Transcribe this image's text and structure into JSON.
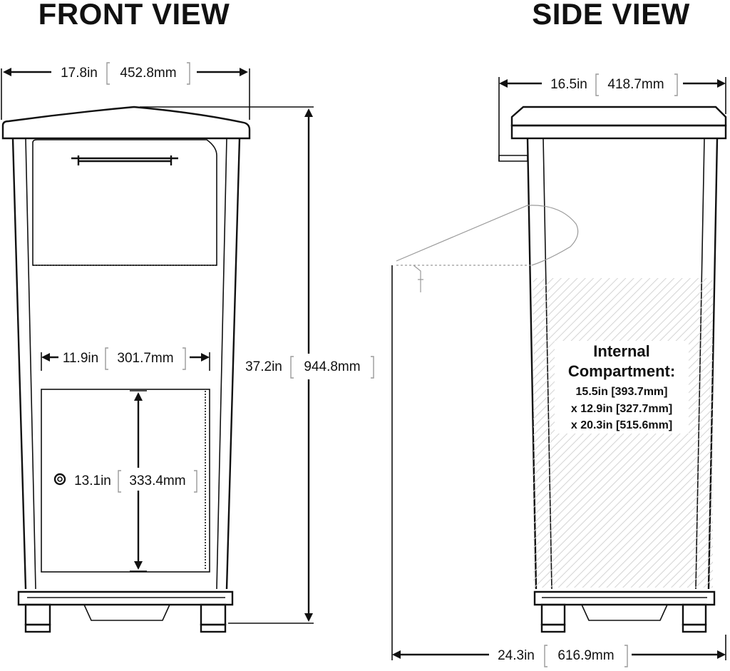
{
  "front_view": {
    "title": "FRONT VIEW",
    "width": {
      "in": "17.8in",
      "mm": "452.8mm"
    },
    "height": {
      "in": "37.2in",
      "mm": "944.8mm"
    },
    "door_width": {
      "in": "11.9in",
      "mm": "301.7mm"
    },
    "door_height": {
      "in": "13.1in",
      "mm": "333.4mm"
    }
  },
  "side_view": {
    "title": "SIDE VIEW",
    "top_depth": {
      "in": "16.5in",
      "mm": "418.7mm"
    },
    "total_depth": {
      "in": "24.3in",
      "mm": "616.9mm"
    },
    "compartment": {
      "title_line1": "Internal",
      "title_line2": "Compartment:",
      "line1": "15.5in [393.7mm]",
      "line2": "x 12.9in [327.7mm]",
      "line3": "x 20.3in [515.6mm]"
    }
  }
}
